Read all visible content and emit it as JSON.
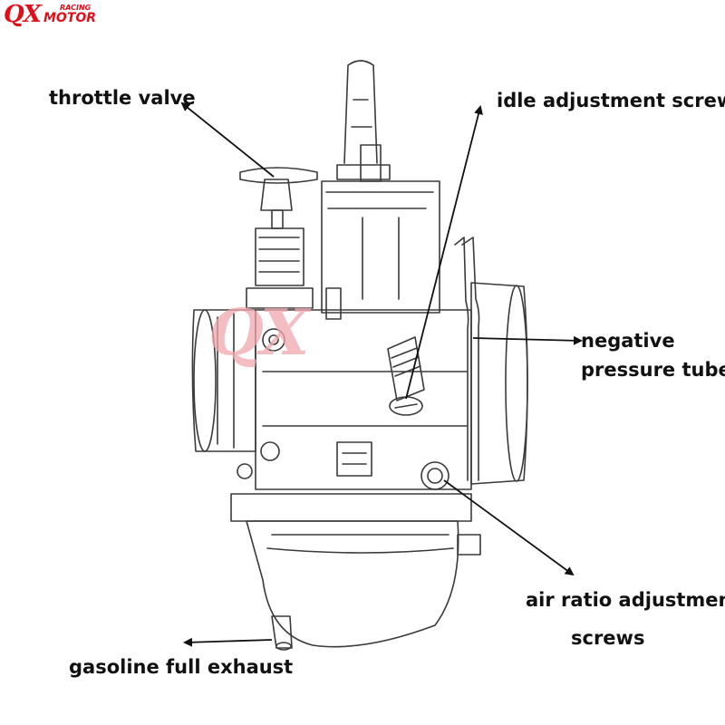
{
  "brand": {
    "mark": "QX",
    "small_text": "RACING",
    "text": "MOTOR",
    "color": "#e0101a"
  },
  "watermark": "QX",
  "labels": {
    "throttle_valve": "throttle valve",
    "idle_adjustment_screw": "idle adjustment screw",
    "negative_pressure_tube_line1": "negative",
    "negative_pressure_tube_line2": "pressure tube",
    "air_ratio_line1": "air ratio adjustment",
    "air_ratio_line2": "screws",
    "gasoline_full_exhaust": "gasoline full exhaust"
  },
  "colors": {
    "label_text": "#111111",
    "sketch_stroke": "#3a3a3a",
    "watermark": "#f0a8ae"
  }
}
